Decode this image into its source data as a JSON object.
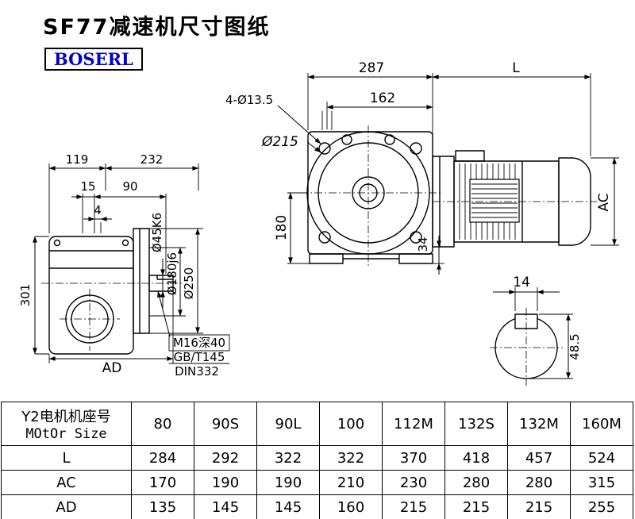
{
  "title": "SF77减速机尺寸图纸",
  "logo": "BOSERL",
  "side_view": {
    "dim_119": "119",
    "dim_232": "232",
    "dim_15": "15",
    "dim_90": "90",
    "dim_4": "4",
    "dim_301": "301",
    "dim_ad": "AD",
    "dia_shaft": "Ø45K6",
    "dia_spigot": "Ø180j6",
    "dia_flange": "Ø250",
    "note_tap": "M16深40",
    "note_gb": "GB/T145",
    "note_din": "DIN332"
  },
  "front_view": {
    "dim_287": "287",
    "dim_l": "L",
    "dim_162": "162",
    "holes": "4-Ø13.5",
    "dia_flange_circle": "Ø215",
    "dim_180": "180",
    "dim_34": "34",
    "dim_ac": "AC"
  },
  "shaft_section": {
    "key_width": "14",
    "height": "48.5"
  },
  "table": {
    "col0_line1": "Y2电机机座号",
    "col0_line2": "MOtOr Size",
    "sizes": [
      "80",
      "90S",
      "90L",
      "100",
      "112M",
      "132S",
      "132M",
      "160M"
    ],
    "rows": [
      {
        "label": "L",
        "values": [
          "284",
          "292",
          "322",
          "322",
          "370",
          "418",
          "457",
          "524"
        ]
      },
      {
        "label": "AC",
        "values": [
          "170",
          "190",
          "190",
          "210",
          "230",
          "280",
          "280",
          "315"
        ]
      },
      {
        "label": "AD",
        "values": [
          "135",
          "145",
          "145",
          "160",
          "215",
          "215",
          "215",
          "255"
        ]
      }
    ]
  }
}
